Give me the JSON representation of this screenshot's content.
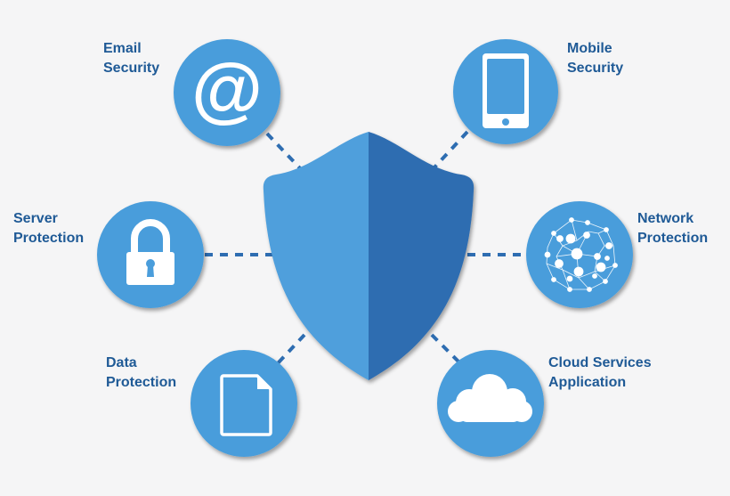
{
  "diagram": {
    "center": {
      "name": "Security Shield",
      "colors": {
        "left": "#4f9fdc",
        "right": "#2e6db1"
      }
    },
    "colors": {
      "circle": "#4a9ddb",
      "text": "#1f5a96",
      "connector": "#2e6db1",
      "background": "#f5f5f6"
    },
    "nodes": [
      {
        "id": "email",
        "line1": "Email",
        "line2": "Security",
        "icon": "at-sign-icon"
      },
      {
        "id": "mobile",
        "line1": "Mobile",
        "line2": "Security",
        "icon": "smartphone-icon"
      },
      {
        "id": "server",
        "line1": "Server",
        "line2": "Protection",
        "icon": "padlock-icon"
      },
      {
        "id": "network",
        "line1": "Network",
        "line2": "Protection",
        "icon": "network-globe-icon"
      },
      {
        "id": "data",
        "line1": "Data",
        "line2": "Protection",
        "icon": "document-icon"
      },
      {
        "id": "cloud",
        "line1": "Cloud Services",
        "line2": "Application",
        "icon": "cloud-icon"
      }
    ]
  }
}
